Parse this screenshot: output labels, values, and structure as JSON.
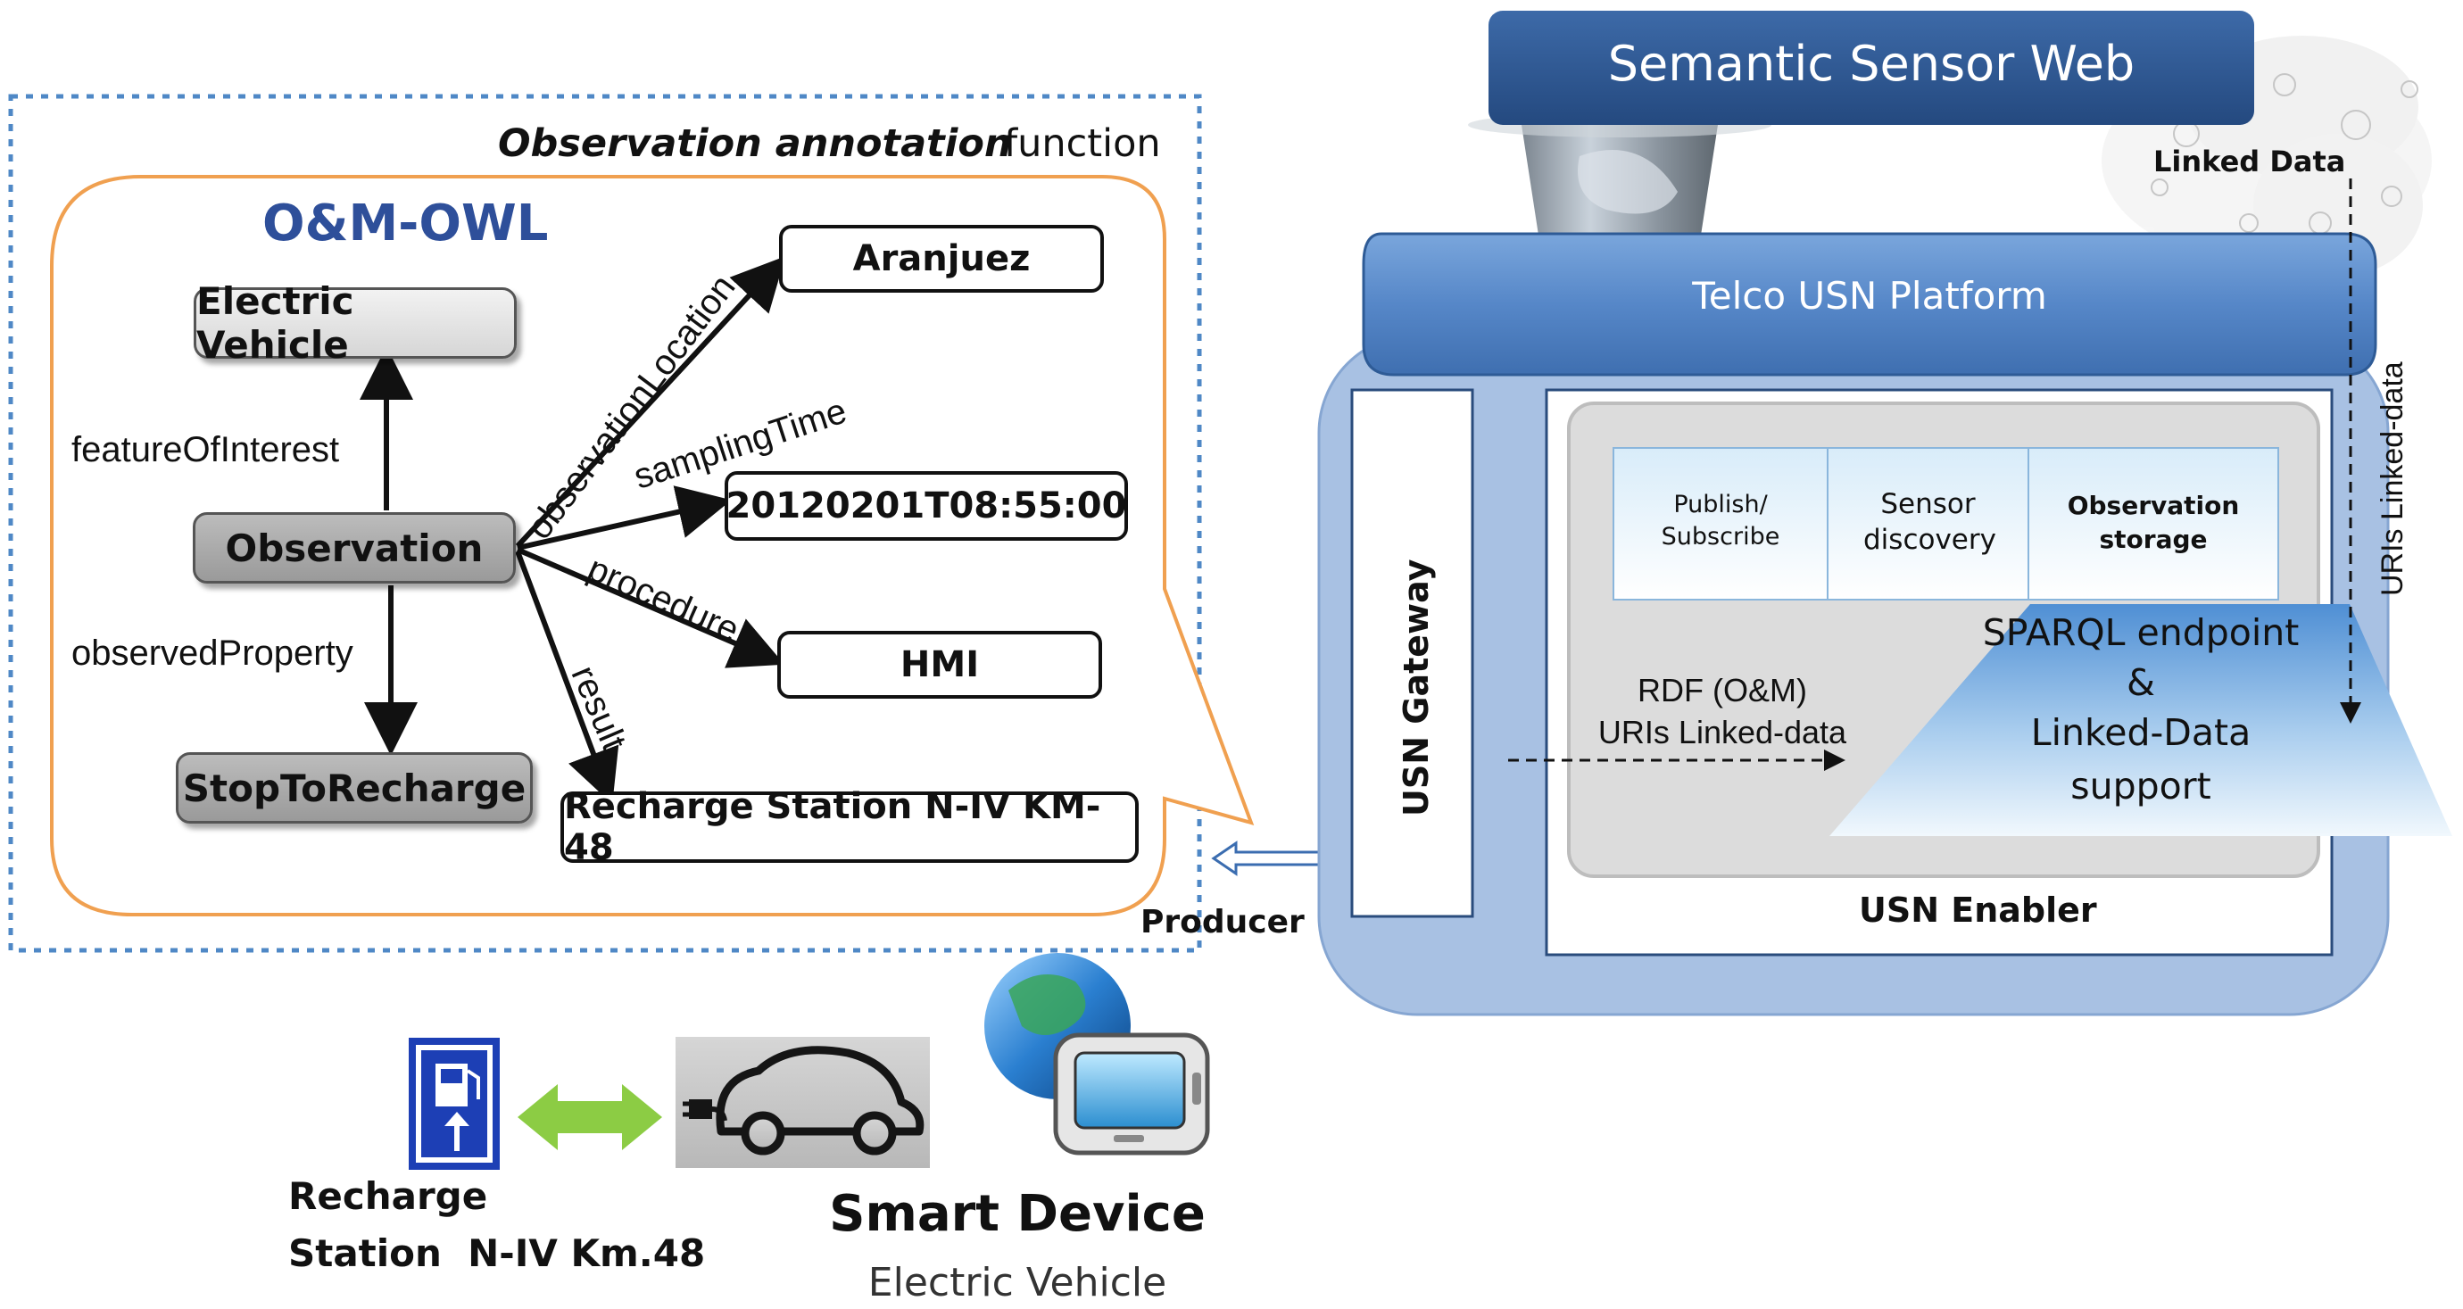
{
  "left_panel": {
    "function_title_italic": "Observation annotation",
    "function_title_plain": "function",
    "ontology_title": "O&M-OWL"
  },
  "nodes": {
    "electric_vehicle": "Electric Vehicle",
    "observation": "Observation",
    "stop_to_recharge": "StopToRecharge",
    "aranjuez": "Aranjuez",
    "sampling_value": "20120201T08:55:00",
    "hmi": "HMI",
    "recharge_station": "Recharge Station N-IV KM-48"
  },
  "edges": {
    "feature_of_interest": "featureOfInterest",
    "observed_property": "observedProperty",
    "observation_location": "observationLocation",
    "sampling_time": "samplingTime",
    "procedure": "procedure",
    "result": "result"
  },
  "platform": {
    "semantic_sensor_web": "Semantic Sensor Web",
    "linked_data": "Linked Data",
    "telco_usn_platform": "Telco USN Platform",
    "uris_linked_data_vertical": "URIs Linked-data",
    "usn_gateway": "USN Gateway",
    "publish_subscribe": "Publish/ Subscribe",
    "sensor_discovery": "Sensor discovery",
    "observation_storage": "Observation storage",
    "sparql_line1": "SPARQL endpoint",
    "sparql_line2": "&",
    "sparql_line3": "Linked-Data",
    "sparql_line4": "support",
    "rdf_label": "RDF (O&M)",
    "uris_label": "URIs Linked-data",
    "usn_enabler": "USN Enabler",
    "producer": "Producer"
  },
  "devices": {
    "recharge_line1": "Recharge",
    "recharge_line2": "Station  N-IV Km.48",
    "smart_device": "Smart Device",
    "electric_vehicle_caption": "Electric Vehicle"
  },
  "colors": {
    "dotted_border": "#4f88c6",
    "callout_border": "#f0a050",
    "ontology_title": "#2e4f9a",
    "ssw_box": "#2f5a96",
    "platform_blue": "#4d7fbf",
    "enabler_bg": "#a8c1e3",
    "green_arrow": "#8ccc44"
  }
}
